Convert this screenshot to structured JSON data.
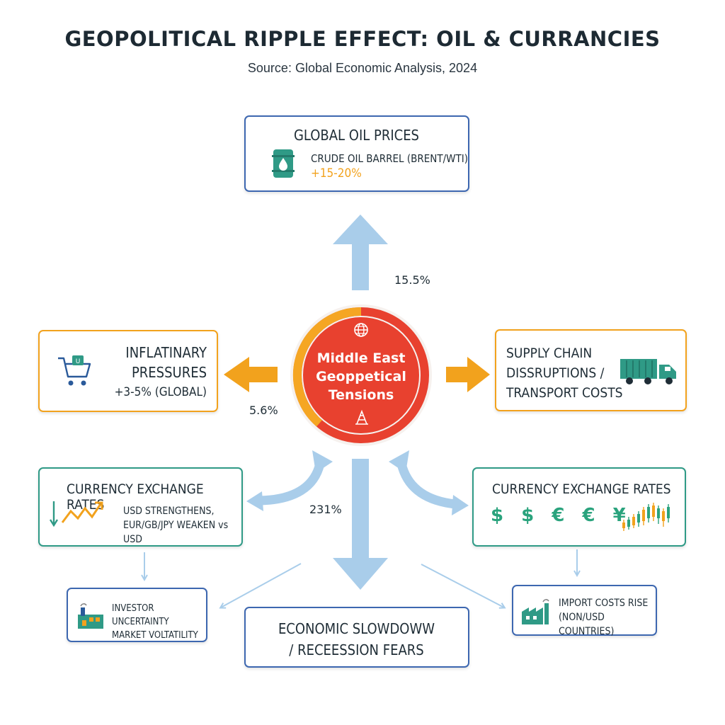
{
  "title": "GEOPOLITICAL RIPPLE EFFECT: OIL & CURRANCIES",
  "subtitle": "Source: Global Economic Analysis, 2024",
  "center": {
    "lines": [
      "Middle East",
      "Geoppetical",
      "Tensions"
    ]
  },
  "oil_box": {
    "title": "GLOBAL OIL PRICES",
    "line": "CRUDE OIL BARREL (BRENT/WTI)",
    "change": "+15-20%",
    "icon": "oil-barrel-icon"
  },
  "inflation_box": {
    "lines": [
      "INFLATINARY",
      "PRESSURES"
    ],
    "value": "+3-5% (GLOBAL)",
    "icon": "shopping-cart-icon"
  },
  "supply_box": {
    "lines": [
      "SUPPLY CHAIN",
      "DISSRUPTIONS /",
      "TRANSPORT COSTS"
    ],
    "icon": "truck-icon"
  },
  "currency_left": {
    "title": "CURRENCY EXCHANGE RATES",
    "lines": [
      "USD STRENGTHENS,",
      "EUR/GB/JPY WEAKEN vs USD"
    ],
    "icon": "trend-chart-icon"
  },
  "currency_right": {
    "title": "CURRENCY EXCHANGE RATES",
    "symbols": [
      "$",
      "$",
      "€",
      "€",
      "¥"
    ],
    "icon": "candlestick-chart-icon"
  },
  "investor_box": {
    "lines": [
      "INVESTOR UNCERTAINTY",
      "MARKET VOLTATILITY"
    ],
    "icon": "factory-icon"
  },
  "import_box": {
    "lines": [
      "IMPORT COSTS RISE",
      "(NON/USD COUNTRIES)"
    ],
    "icon": "factory-icon"
  },
  "slowdown_box": {
    "lines": [
      "ECONOMIC SLOWDOWW",
      "/ RECEESSION FEARS"
    ]
  },
  "arrow_labels": {
    "up": "15.5%",
    "left": "5.6%",
    "down": "231%"
  },
  "colors": {
    "blue_border": "#3d67b0",
    "orange": "#f2a21d",
    "green": "#2f9a86",
    "red": "#e8412f",
    "arrow_blue": "#a9cdea",
    "money_green": "#2aa37d"
  }
}
